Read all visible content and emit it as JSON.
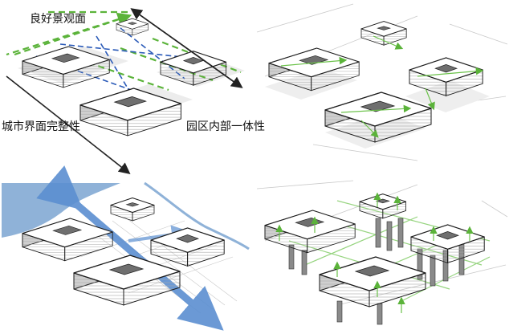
{
  "labels": {
    "good_view": "良好景观面",
    "city_interface": "城市界面完整性",
    "park_unity": "园区内部一体性"
  },
  "colors": {
    "green_path": "#5bb33a",
    "blue_path": "#2a5ab8",
    "water": "#8fb2d8",
    "axis_arrow": "#5b8fd1",
    "building_top": "#ffffff",
    "building_side": "#cfcfcf"
  },
  "panels": [
    "top-left",
    "top-right",
    "bottom-left",
    "bottom-right"
  ]
}
